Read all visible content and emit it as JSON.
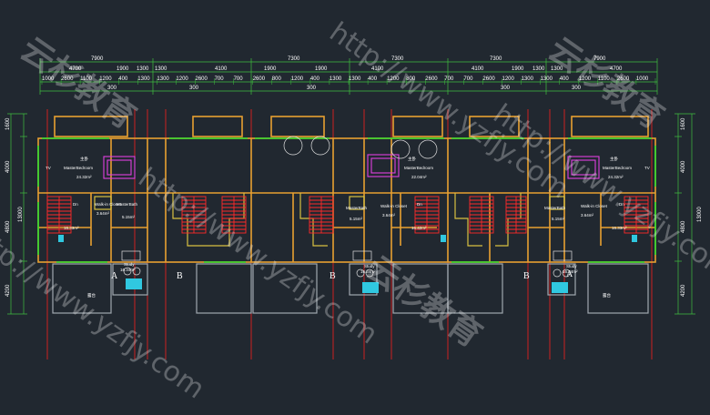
{
  "dimensions": {
    "top_row": [
      "7900",
      "7300",
      "7300",
      "7300",
      "7900"
    ],
    "mid_row": [
      "4700",
      "1900",
      "1300",
      "1300",
      "4100",
      "1900",
      "1900",
      "4100",
      "4100",
      "1900",
      "1300",
      "1300",
      "4700"
    ],
    "bot_row": [
      "1000",
      "2600",
      "1100",
      "1200",
      "400",
      "1300",
      "1300",
      "1200",
      "2600",
      "700",
      "700",
      "2600",
      "800",
      "1200",
      "400",
      "1300",
      "1300",
      "400",
      "1200",
      "800",
      "2600",
      "700",
      "700",
      "2600",
      "1200",
      "1300",
      "1300",
      "400",
      "1200",
      "1100",
      "2600",
      "1000"
    ],
    "sub_row": [
      "300",
      "300",
      "300",
      "300",
      "300"
    ],
    "left_side": [
      "1600",
      "4000",
      "4800",
      "4200",
      "13000"
    ],
    "right_side": [
      "1600",
      "4000",
      "4800",
      "4200",
      "13000"
    ]
  },
  "rooms": {
    "master_bedroom_cn": "主卧",
    "master_bedroom": "MasterBedroom",
    "master_bedroom_area_l": "24.32m²",
    "master_bedroom_area_m": "22.04m²",
    "master_bedroom_area_r": "24.32m²",
    "tv": "TV",
    "master_bath": "MasterBath",
    "walk_in_closet": "Walk-in Closet",
    "bath_area": "5.15m²",
    "closet_area": "3.64m²",
    "dn": "Dn",
    "stair_area_l": "16.33m²",
    "stair_area_m": "16.42m²",
    "stair_area_r": "16.33m²",
    "study_cn": "书房",
    "study": "Study",
    "study_area": "16.34m²",
    "balcony_cn": "露台",
    "unit_a": "A",
    "unit_b": "B"
  },
  "watermark": {
    "url": "http://www.yzfjy.com",
    "brand": "云杉教育"
  }
}
